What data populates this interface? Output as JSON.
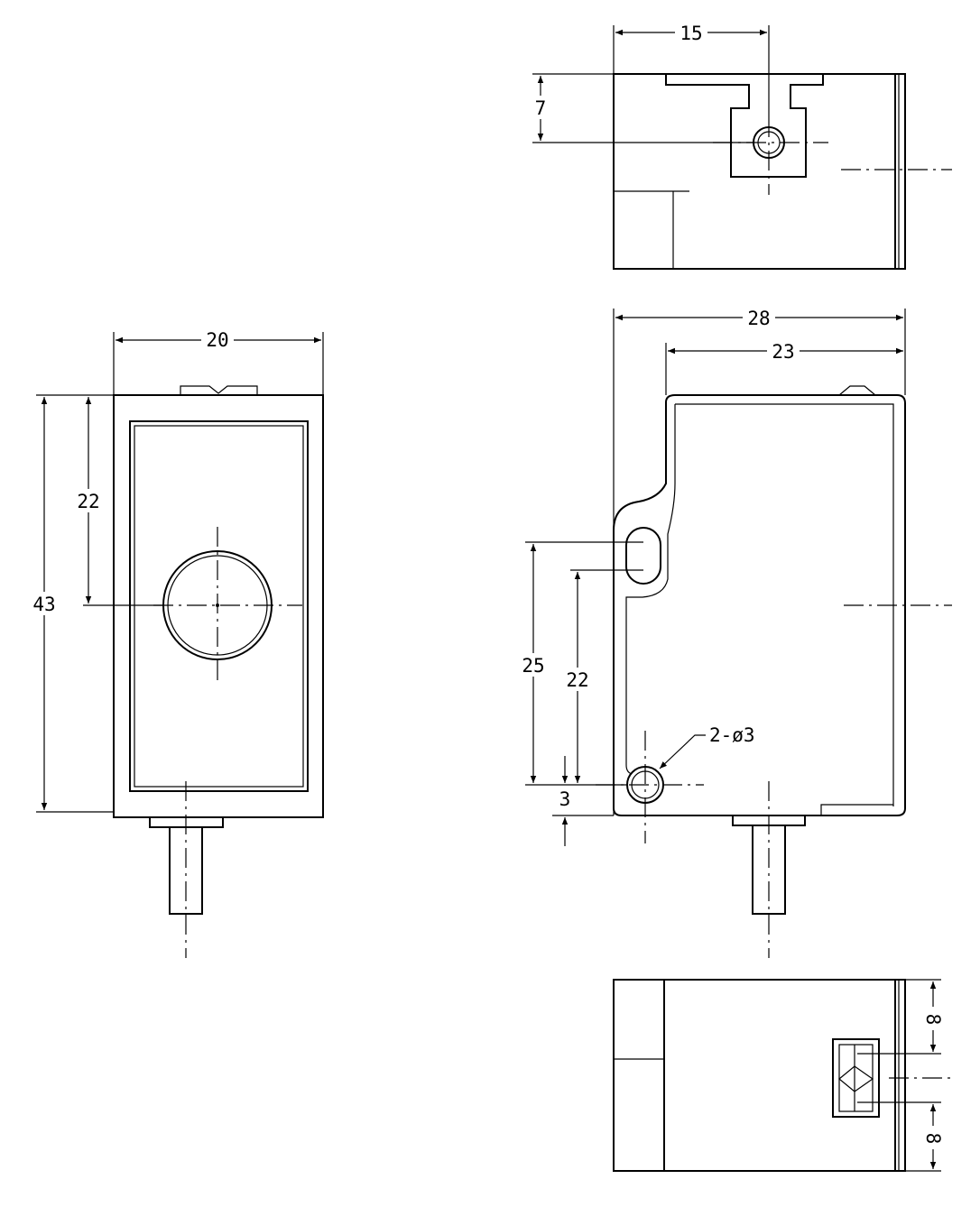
{
  "drawing": {
    "front_view": {
      "width_dim": "20",
      "height_dim": "43",
      "lens_center_dim": "22"
    },
    "top_view": {
      "hole_x_dim": "15",
      "hole_y_dim": "7"
    },
    "side_view": {
      "overall_width_dim": "28",
      "body_width_dim": "23",
      "upper_hole_dim": "25",
      "lower_hole_dim": "22",
      "edge_offset_dim": "3",
      "hole_callout": "2-ø3"
    },
    "bottom_view": {
      "upper_offset_dim": "8",
      "lower_offset_dim": "8"
    }
  }
}
